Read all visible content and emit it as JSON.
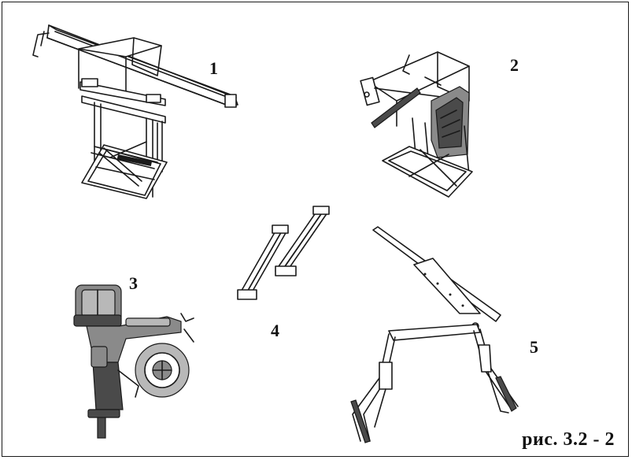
{
  "figure": {
    "labels": {
      "item1": "1",
      "item2": "2",
      "item3": "3",
      "item4": "4",
      "item5": "5"
    },
    "caption": "рис. 3.2 - 2"
  },
  "icons": {
    "item1": "mitre-saw-stand-icon",
    "item2": "stand-with-cover-icon",
    "item3": "coil-nailer-icon",
    "item4": "support-rails-icon",
    "item5": "folding-trestle-icon"
  },
  "colors": {
    "line": "#1a1a1a",
    "dark_fill": "#4a4a4a",
    "mid_fill": "#8a8a8a",
    "light_fill": "#b8b8b8",
    "background": "#ffffff"
  }
}
